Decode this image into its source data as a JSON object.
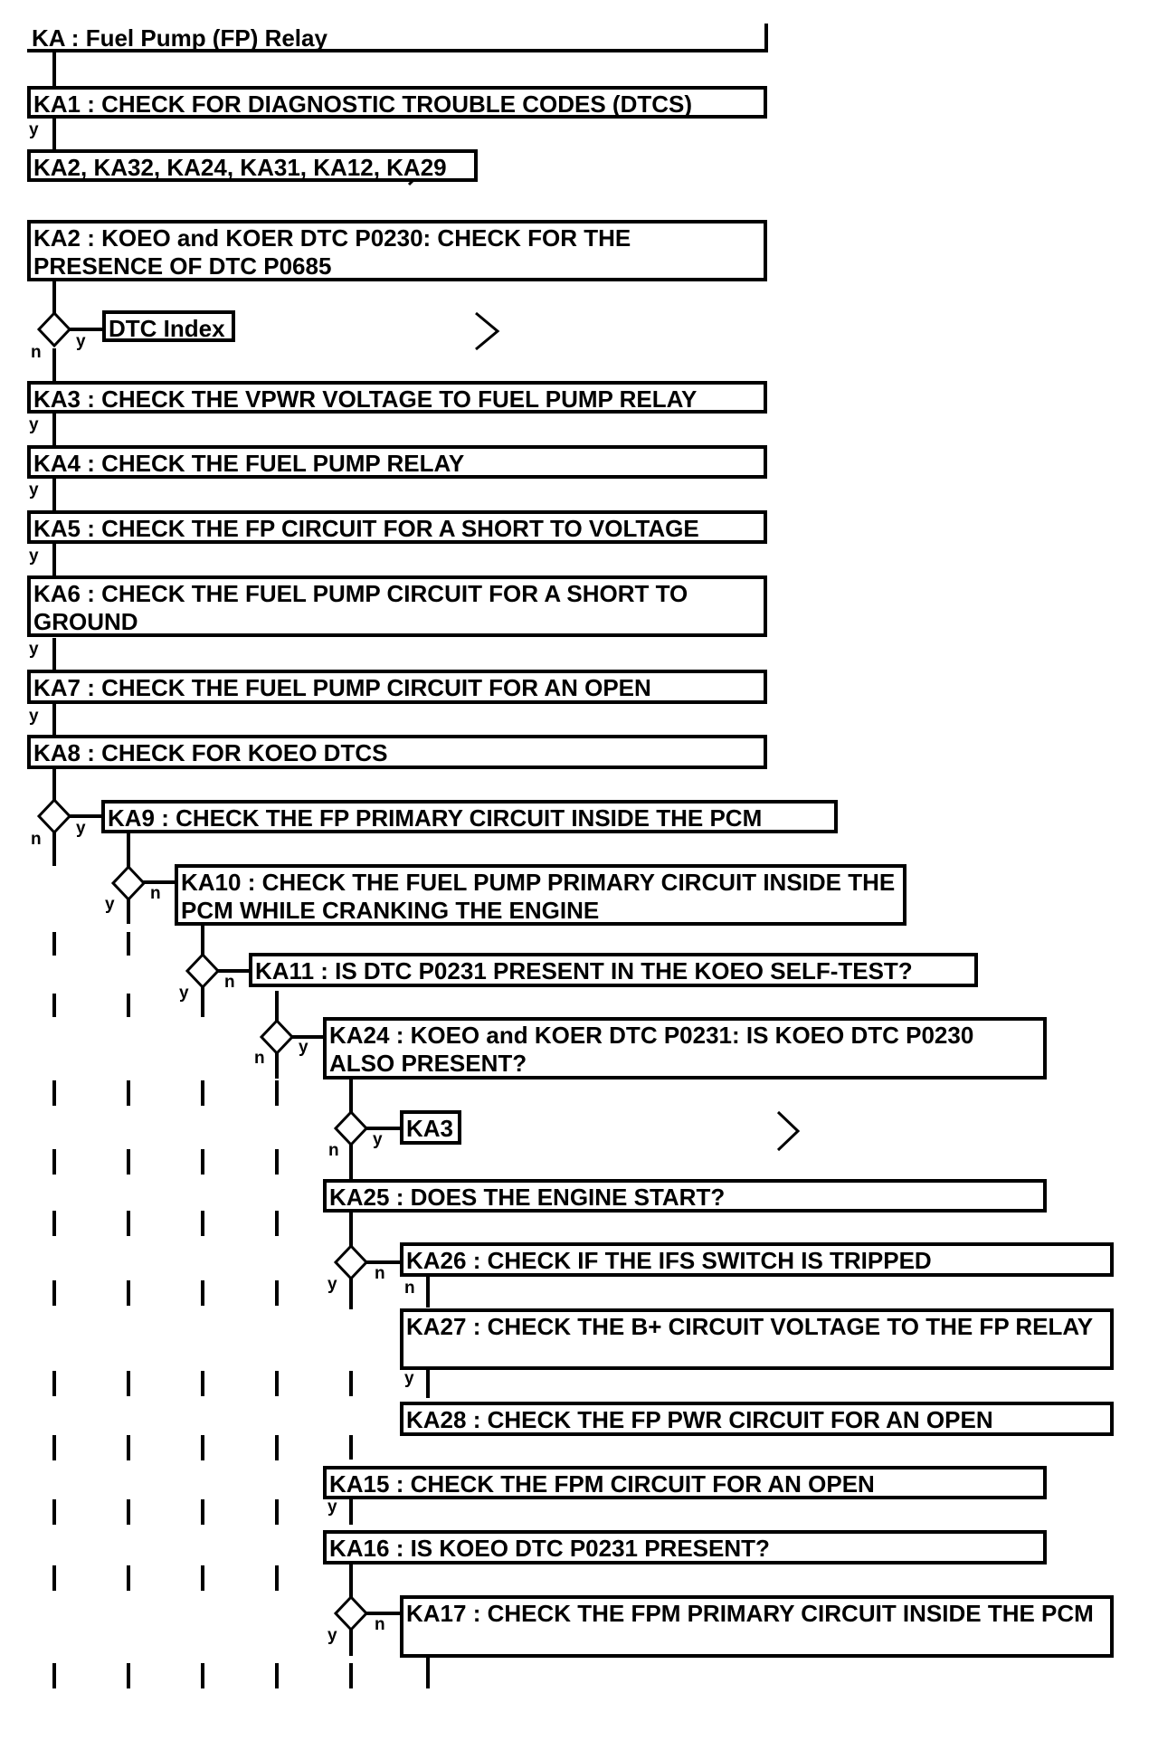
{
  "boxes": [
    {
      "id": "KA",
      "text": "KA : Fuel Pump (FP) Relay"
    },
    {
      "id": "KA1",
      "text": "KA1 : CHECK FOR DIAGNOSTIC TROUBLE CODES (DTCS)"
    },
    {
      "id": "KA1_list",
      "text": "KA2, KA32, KA24, KA31, KA12, KA29"
    },
    {
      "id": "KA2",
      "text": "KA2 : KOEO and KOER DTC P0230: CHECK FOR THE PRESENCE OF DTC P0685"
    },
    {
      "id": "DTC_Index",
      "text": "DTC Index"
    },
    {
      "id": "KA3",
      "text": "KA3 : CHECK THE VPWR VOLTAGE TO FUEL PUMP RELAY"
    },
    {
      "id": "KA4",
      "text": "KA4 : CHECK THE FUEL PUMP RELAY"
    },
    {
      "id": "KA5",
      "text": "KA5 : CHECK THE FP CIRCUIT FOR A SHORT TO VOLTAGE"
    },
    {
      "id": "KA6",
      "text": "KA6 : CHECK THE FUEL PUMP CIRCUIT FOR A SHORT TO GROUND"
    },
    {
      "id": "KA7",
      "text": "KA7 : CHECK THE FUEL PUMP CIRCUIT FOR AN OPEN"
    },
    {
      "id": "KA8",
      "text": "KA8 : CHECK FOR KOEO DTCS"
    },
    {
      "id": "KA9",
      "text": "KA9 : CHECK THE FP PRIMARY CIRCUIT INSIDE THE PCM"
    },
    {
      "id": "KA10",
      "text": "KA10 : CHECK THE FUEL PUMP PRIMARY CIRCUIT INSIDE THE PCM WHILE CRANKING THE ENGINE"
    },
    {
      "id": "KA11",
      "text": "KA11 : IS DTC P0231 PRESENT IN THE KOEO SELF-TEST?"
    },
    {
      "id": "KA24",
      "text": "KA24 : KOEO and KOER DTC P0231: IS KOEO DTC P0230 ALSO PRESENT?"
    },
    {
      "id": "KA3_ref",
      "text": "KA3"
    },
    {
      "id": "KA25",
      "text": "KA25 : DOES THE ENGINE START?"
    },
    {
      "id": "KA26",
      "text": "KA26 : CHECK IF THE IFS SWITCH IS TRIPPED"
    },
    {
      "id": "KA27",
      "text": "KA27 : CHECK THE B+ CIRCUIT VOLTAGE TO THE FP RELAY"
    },
    {
      "id": "KA28",
      "text": "KA28 : CHECK THE FP PWR CIRCUIT FOR AN OPEN"
    },
    {
      "id": "KA15",
      "text": "KA15 : CHECK THE FPM CIRCUIT FOR AN OPEN"
    },
    {
      "id": "KA16",
      "text": "KA16 : IS KOEO DTC P0231 PRESENT?"
    },
    {
      "id": "KA17",
      "text": "KA17 : CHECK THE FPM PRIMARY CIRCUIT INSIDE THE PCM"
    }
  ],
  "labels": {
    "yes": "y",
    "no": "n"
  },
  "colors": {
    "line": "#000000",
    "background": "#ffffff"
  }
}
